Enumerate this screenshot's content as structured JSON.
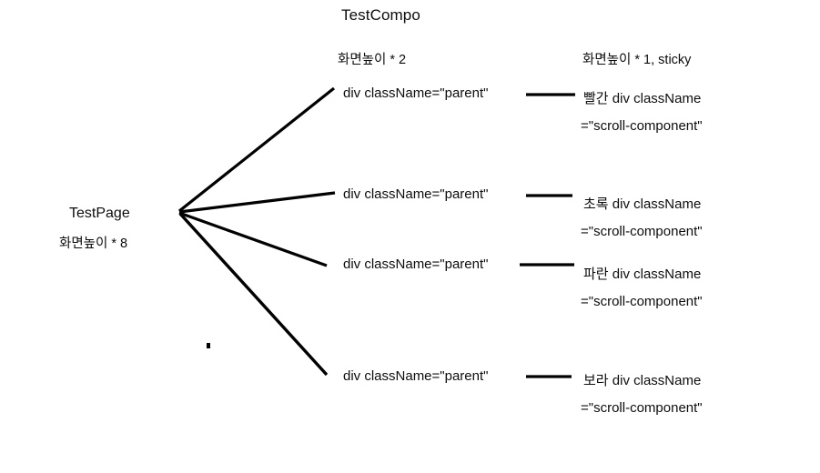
{
  "diagram": {
    "type": "tree",
    "background_color": "#ffffff",
    "line_color": "#000000",
    "text_color": "#0d0d0d",
    "title": "TestCompo",
    "root": {
      "label": "TestPage",
      "meta": "화면높이 * 8"
    },
    "column_headers": {
      "parent_meta": "화면높이 * 2",
      "child_meta": "화면높이 * 1, sticky"
    },
    "branches": [
      {
        "parent_label": "div className=\"parent\"",
        "child_line1": "빨간 div className",
        "child_line2": "=\"scroll-component\"",
        "color_word": "빨간"
      },
      {
        "parent_label": "div className=\"parent\"",
        "child_line1": "초록 div className",
        "child_line2": "=\"scroll-component\"",
        "color_word": "초록"
      },
      {
        "parent_label": "div className=\"parent\"",
        "child_line1": "파란 div className",
        "child_line2": "=\"scroll-component\"",
        "color_word": "파란"
      },
      {
        "parent_label": "div className=\"parent\"",
        "child_line1": "보라 div className",
        "child_line2": "=\"scroll-component\"",
        "color_word": "보라"
      }
    ]
  }
}
